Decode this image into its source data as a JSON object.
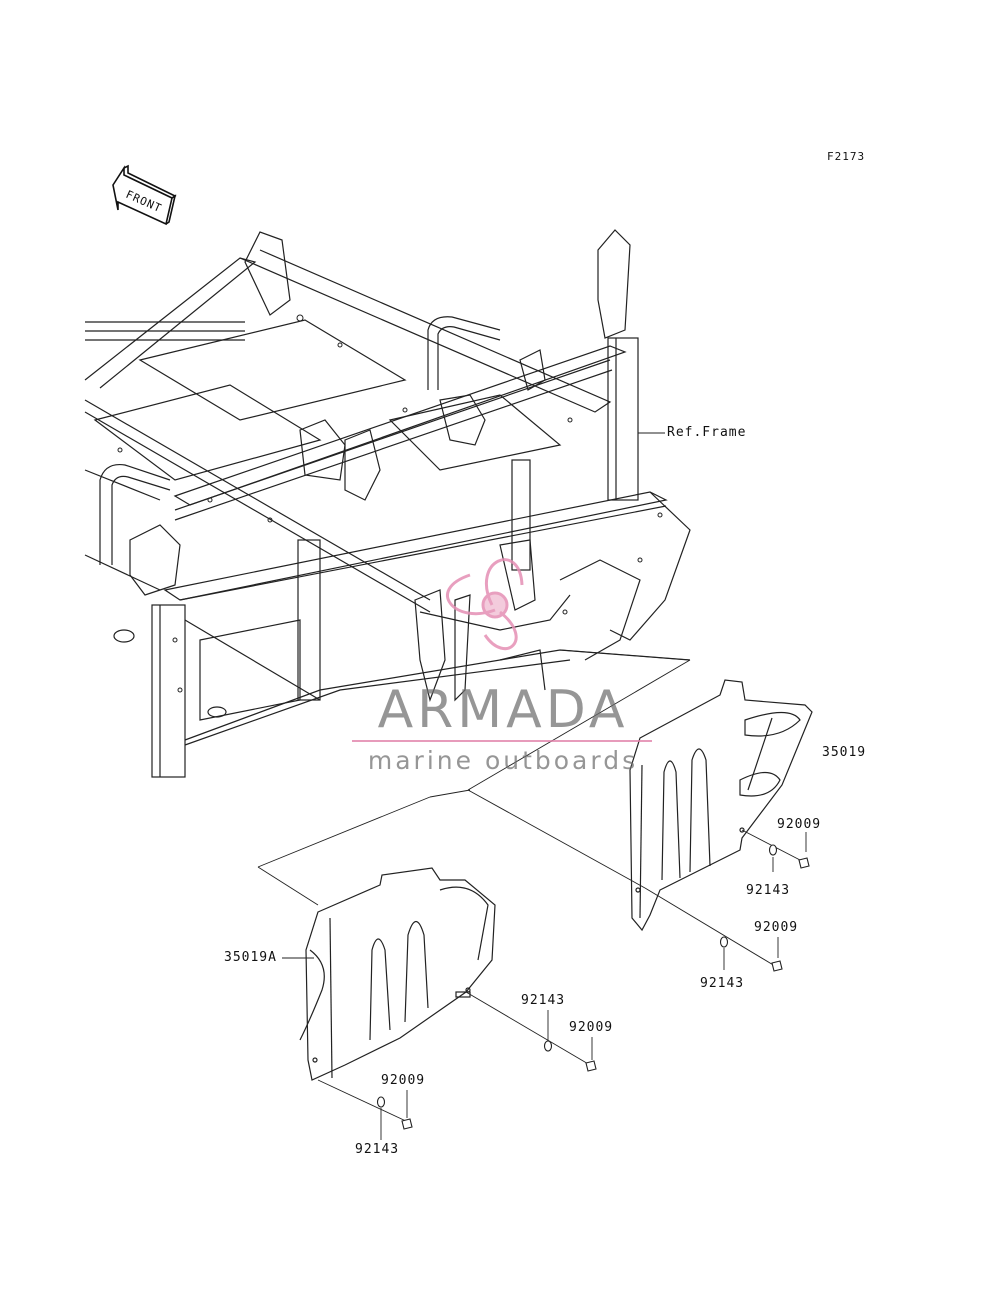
{
  "figure_id": "F2173",
  "front_label": "FRONT",
  "labels": {
    "ref_frame": "Ref.Frame",
    "guard_right": "35019",
    "guard_left": "35019A",
    "bolt_1": "92009",
    "bolt_2": "92009",
    "bolt_3": "92009",
    "bolt_4": "92009",
    "washer_1": "92143",
    "washer_2": "92143",
    "washer_3": "92143",
    "washer_4": "92143"
  },
  "watermark": {
    "title": "ARMADA",
    "subtitle": "marine outboards",
    "logo_color": "#e58fb4",
    "text_color": "#7a7a7a"
  }
}
